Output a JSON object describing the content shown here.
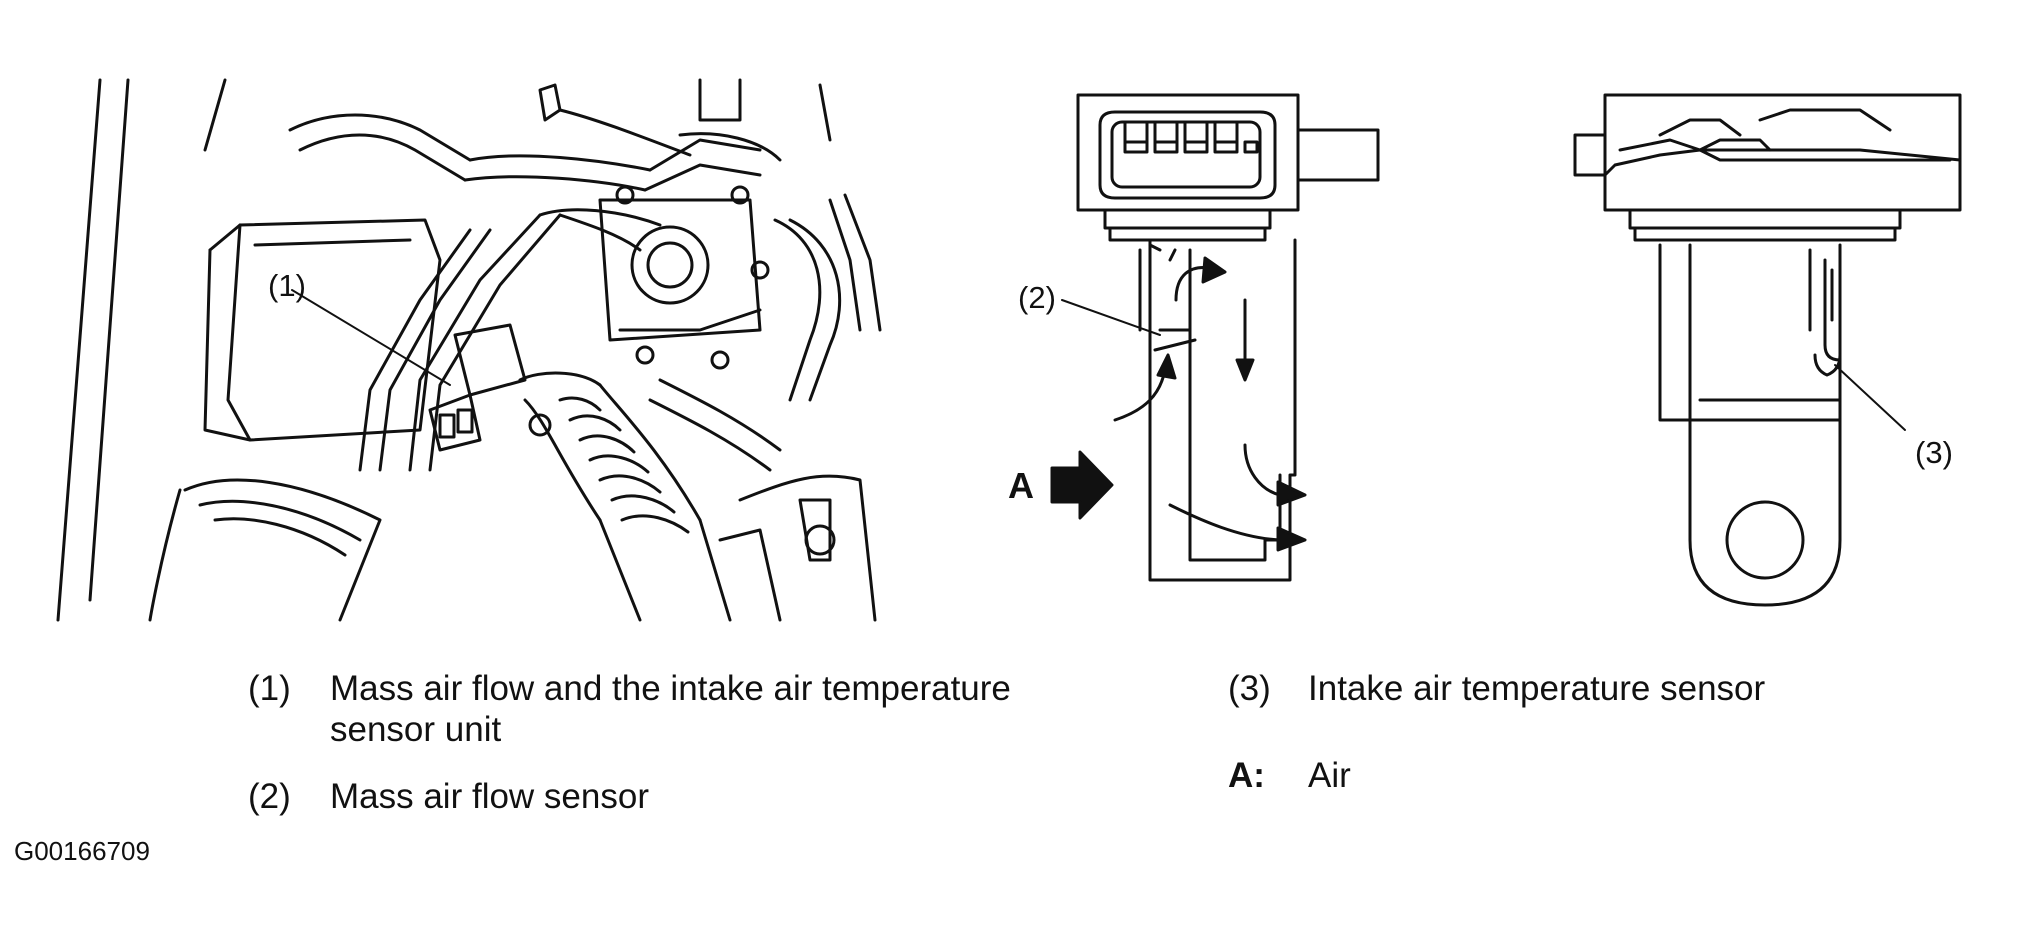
{
  "figure_id": "G00166709",
  "callouts": {
    "c1": "(1)",
    "c2": "(2)",
    "c3": "(3)",
    "air_arrow": "A"
  },
  "legend": [
    {
      "key": "(1)",
      "text_line1": "Mass air flow and the intake air temperature",
      "text_line2": "sensor unit"
    },
    {
      "key": "(2)",
      "text": "Mass air flow sensor"
    },
    {
      "key": "(3)",
      "text": "Intake air temperature sensor"
    },
    {
      "key": "A:",
      "text": "Air"
    }
  ]
}
